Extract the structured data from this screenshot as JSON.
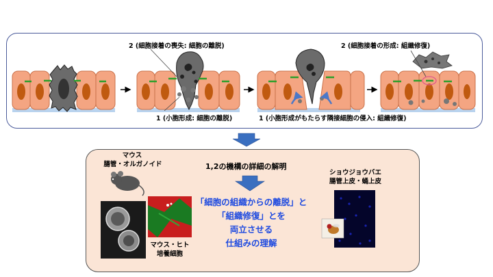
{
  "top": {
    "label_top_left": "2 (細胞接着の喪失: 細胞の離脱)",
    "label_bottom_left": "1 (小胞形成: 細胞の離脱)",
    "label_top_right": "2 (細胞接着の形成: 組織修復)",
    "label_bottom_right": "1 (小胞形成がもたらす隣接細胞の侵入: 組織修復)"
  },
  "bottom": {
    "title": "1,2の機構の詳細の解明",
    "mouse_label_line1": "マウス",
    "mouse_label_line2": "腸管・オルガノイド",
    "fly_label_line1": "ショウジョウバエ",
    "fly_label_line2": "腸管上皮・蛹上皮",
    "culture_label_line1": "マウス・ヒト",
    "culture_label_line2": "培養細胞",
    "conclusion": [
      "「細胞の組織からの離脱」と",
      "「組織修復」とを",
      "両立させる",
      "仕組みの理解"
    ]
  },
  "colors": {
    "cell_fill": "#f4a582",
    "nucleus": "#c05a10",
    "junction": "#2aa02a",
    "dying_cell": "#6b6b6b",
    "arrow_blue": "#3a6fc0",
    "conclusion_text": "#1f4be0",
    "panel_bg": "#fbe5d6"
  }
}
